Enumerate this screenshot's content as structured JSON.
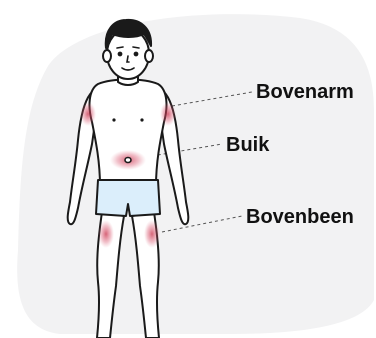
{
  "labels": {
    "upper_arm": "Bovenarm",
    "belly": "Buik",
    "thigh": "Bovenbeen"
  },
  "colors": {
    "background_blob": "#f2f2f3",
    "outline": "#1a1a1a",
    "skin": "#ffffff",
    "shorts": "#dbeefb",
    "injection_site": "#c9304a",
    "label_text": "#111111"
  },
  "icons": [
    "human-figure-icon"
  ]
}
